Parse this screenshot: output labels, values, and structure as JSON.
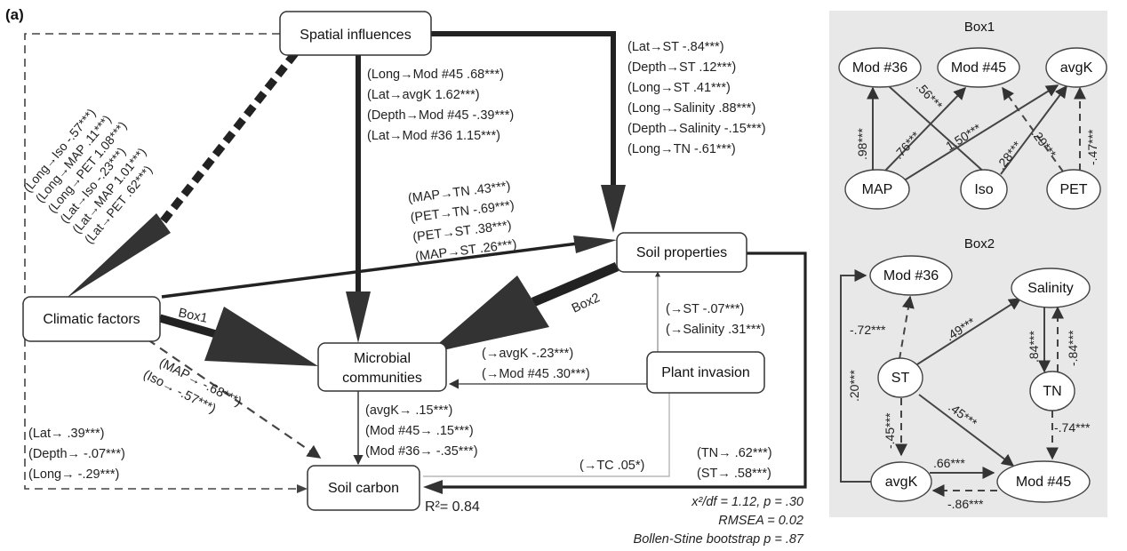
{
  "panel_label": "(a)",
  "nodes": {
    "spatial": "Spatial influences",
    "climatic": "Climatic factors",
    "soil_props": "Soil properties",
    "microbial_1": "Microbial",
    "microbial_2": "communities",
    "plant": "Plant invasion",
    "soil_carbon": "Soil carbon"
  },
  "edge_labels": {
    "climate_left": [
      "(Long→Iso -.57***)",
      "(Long→MAP .11***)",
      "(Long→PET 1.08***)",
      "(Lat→Iso -.23***)",
      "(Lat→MAP 1.01***)",
      "(Lat→PET .62***)"
    ],
    "spatial_to_microbial": [
      "(Long→Mod #45 .68***)",
      "(Lat→avgK 1.62***)",
      "(Depth→Mod #45 -.39***)",
      "(Lat→Mod #36 1.15***)"
    ],
    "spatial_to_soil": [
      "(Lat→ST -.84***)",
      "(Depth→ST .12***)",
      "(Long→ST .41***)",
      "(Long→Salinity .88***)",
      "(Depth→Salinity -.15***)",
      "(Long→TN -.61***)"
    ],
    "climate_to_soil": [
      "(MAP→TN .43***)",
      "(PET→TN -.69***)",
      "(PET→ST .38***)",
      "(MAP→ST .26***)"
    ],
    "plant_to_soil": [
      "(→ST -.07***)",
      "(→Salinity .31***)"
    ],
    "plant_to_microbial": [
      "(→avgK  -.23***)",
      "(→Mod #45 .30***)"
    ],
    "microbial_to_carbon": [
      "(avgK→  .15***)",
      "(Mod #45→ .15***)",
      "(Mod #36→ -.35***)"
    ],
    "climate_to_carbon": [
      "(MAP→ -.68***)",
      "(Iso→ -.57***)"
    ],
    "spatial_to_carbon": [
      "(Lat→ .39***)",
      "(Depth→  -.07***)",
      "(Long→ -.29***)"
    ],
    "plant_to_carbon": "(→TC .05*)",
    "soil_to_carbon": [
      "(TN→ .62***)",
      "(ST→ .58***)"
    ],
    "box1_arrow": "Box1",
    "box2_arrow": "Box2"
  },
  "r_squared": "R²= 0.84",
  "fit_stats": [
    "x²/df = 1.12, p = .30",
    "RMSEA = 0.02",
    "Bollen-Stine bootstrap p = .87"
  ],
  "box1": {
    "title": "Box1",
    "nodes": {
      "mod36": "Mod #36",
      "mod45": "Mod #45",
      "avgk": "avgK",
      "map": "MAP",
      "iso": "Iso",
      "pet": "PET"
    },
    "edges": [
      ".98***",
      ".76***",
      ".56***",
      "1.50***",
      ".28***",
      ".29***",
      "-.47***"
    ]
  },
  "box2": {
    "title": "Box2",
    "nodes": {
      "mod36": "Mod #36",
      "salinity": "Salinity",
      "st": "ST",
      "tn": "TN",
      "avgk": "avgK",
      "mod45": "Mod #45"
    },
    "edges": [
      "-.72***",
      ".49***",
      ".84***",
      "-.84***",
      ".20***",
      "-.45***",
      ".45***",
      "-.74***",
      ".66***",
      "-.86***"
    ]
  },
  "colors": {
    "box_bg": "#e8e8e8",
    "arrow": "#333333",
    "dashed": "#444444"
  }
}
